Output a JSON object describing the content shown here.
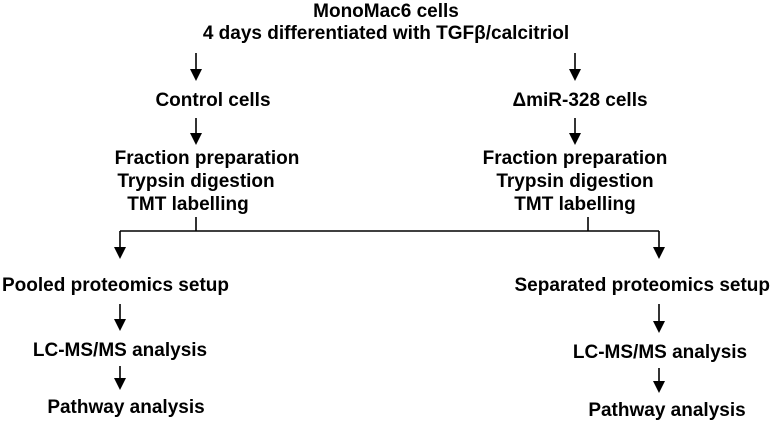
{
  "diagram": {
    "top": {
      "line1": "MonoMac6 cells",
      "line2": "4 days differentiated with TGFβ/calcitriol"
    },
    "left": {
      "cells": "Control cells",
      "prep": [
        "Fraction preparation",
        "Trypsin digestion",
        "TMT labelling"
      ],
      "setup": "Pooled proteomics setup",
      "analysis": "LC-MS/MS analysis",
      "pathway": "Pathway analysis"
    },
    "right": {
      "cells": "ΔmiR-328 cells",
      "prep": [
        "Fraction preparation",
        "Trypsin digestion",
        "TMT labelling"
      ],
      "setup": "Separated proteomics setup",
      "analysis": "LC-MS/MS analysis",
      "pathway": "Pathway analysis"
    }
  }
}
